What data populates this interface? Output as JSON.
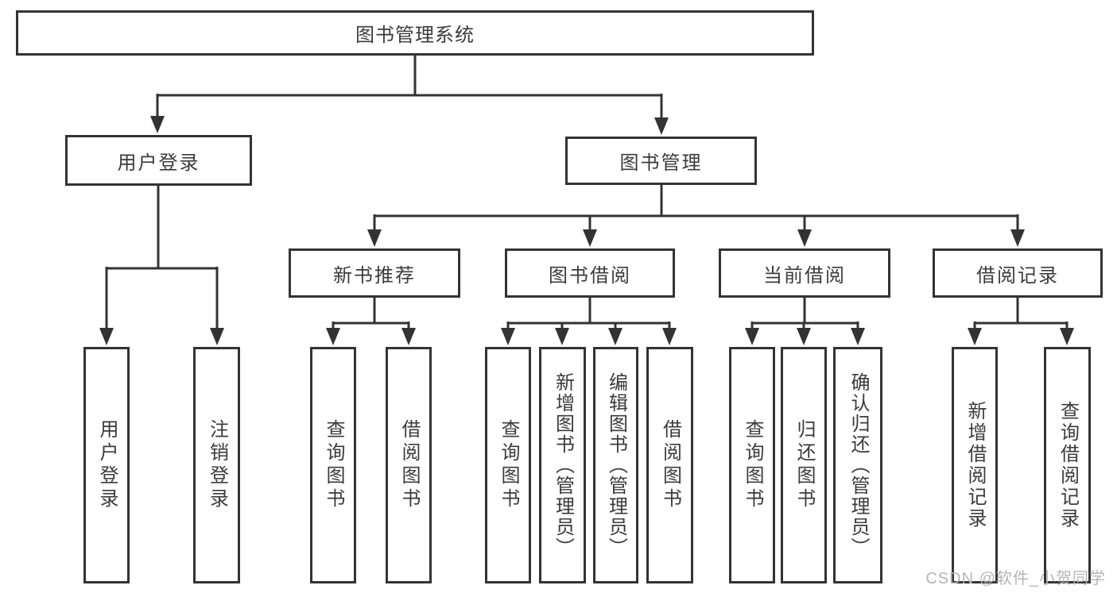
{
  "diagram": {
    "title_note": "library management system feature tree",
    "root": {
      "label": "图书管理系统"
    },
    "level1": [
      {
        "label": "用户登录"
      },
      {
        "label": "图书管理"
      }
    ],
    "level2": [
      {
        "label": "新书推荐"
      },
      {
        "label": "图书借阅"
      },
      {
        "label": "当前借阅"
      },
      {
        "label": "借阅记录"
      }
    ],
    "leaves": {
      "login": [
        {
          "label": "用户登录"
        },
        {
          "label": "注销登录"
        }
      ],
      "recommend": [
        {
          "label": "查询图书"
        },
        {
          "label": "借阅图书"
        }
      ],
      "borrow": [
        {
          "label": "查询图书"
        },
        {
          "label": "新增图书（管理员）"
        },
        {
          "label": "编辑图书（管理员）"
        },
        {
          "label": "借阅图书"
        }
      ],
      "current": [
        {
          "label": "查询图书"
        },
        {
          "label": "归还图书"
        },
        {
          "label": "确认归还（管理员）"
        }
      ],
      "records": [
        {
          "label": "新增借阅记录"
        },
        {
          "label": "查询借阅记录"
        }
      ]
    },
    "watermark": "CSDN @软件_小贺同学",
    "colors": {
      "stroke": "#333333",
      "text": "#3b3b3b",
      "watermark": "#b5b5b5",
      "background": "#ffffff"
    }
  }
}
